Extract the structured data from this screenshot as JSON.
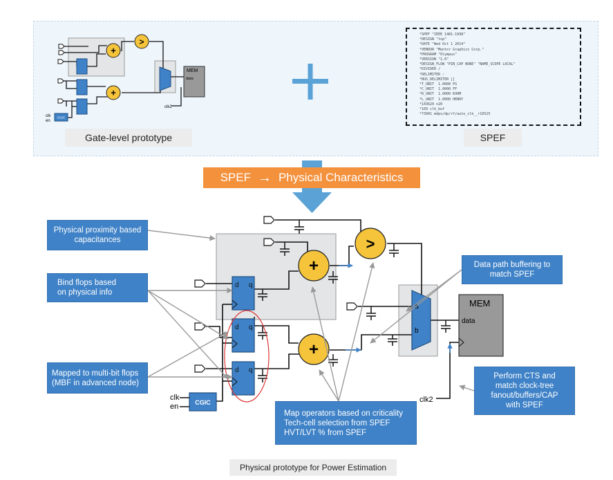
{
  "top_panel": {
    "gate_caption": "Gate-level prototype",
    "spef_caption": "SPEF",
    "plus_symbol": "+",
    "small_mem_label": "MEM",
    "small_data_label": "data",
    "small_clk_label": "clk",
    "small_en_label": "en",
    "small_clk2_label": "clk2",
    "small_cgic_label": "CGIC"
  },
  "spef_lines": [
    "*SPEF \"IEEE 1481-1998\"",
    "*DESIGN \"top\"",
    "*DATE \"Wed Oct 1 2014\"",
    "*VENDOR \"Mentor Graphics Corp.\"",
    "*PROGRAM \"Olympus\"",
    "*VERSION \"1.0\"",
    "*DESIGN_FLOW \"PIN_CAP NONE\" \"NAME_SCOPE LOCAL\"",
    "*DIVIDER /",
    "*DELIMITER :",
    "*BUS_DELIMITER []",
    "*T_UNIT  1.0000 PS",
    "*C_UNIT  1.0000 FF",
    "*R_UNIT  1.0000 KOHM",
    "*L_UNIT  1.0000 HENRY",
    "*143620 n20",
    "*169 clk_buf",
    "*73901 mdps/dp/rf/auto_clk__r10525"
  ],
  "banner": {
    "left": "SPEF",
    "arrow": "→",
    "right": "Physical Characteristics"
  },
  "notes": {
    "proximity": [
      "Physical proximity based",
      "capacitances"
    ],
    "bind": [
      "Bind flops based",
      "on physical info"
    ],
    "mbf": [
      "Mapped to multi-bit flops",
      "(MBF in advanced node)"
    ],
    "datapath": [
      "Data path buffering to",
      "match SPEF"
    ],
    "cts": [
      "Perform CTS and",
      "match clock-tree",
      "fanout/buffers/CAP",
      "with SPEF"
    ],
    "map": [
      "Map operators based on criticality",
      "Tech-cell selection from SPEF",
      "HVT/LVT % from SPEF"
    ]
  },
  "circuit": {
    "mem_label": "MEM",
    "data_label": "data",
    "mux_a": "a",
    "mux_b": "b",
    "flop_d": "d",
    "flop_q": "q",
    "clk_label": "clk",
    "en_label": "en",
    "clk2_label": "clk2",
    "cgic_label": "CGIC",
    "adder_symbol": "+",
    "comparator_symbol": ">"
  },
  "bottom_caption": "Physical prototype for Power Estimation",
  "colors": {
    "block_blue": "#3f82c7",
    "adder_yellow": "#f5c43b",
    "banner_orange": "#f4913c",
    "arrow_blue": "#5ba3d6",
    "mem_gray": "#999999",
    "panel_bg": "#eef6fc"
  }
}
